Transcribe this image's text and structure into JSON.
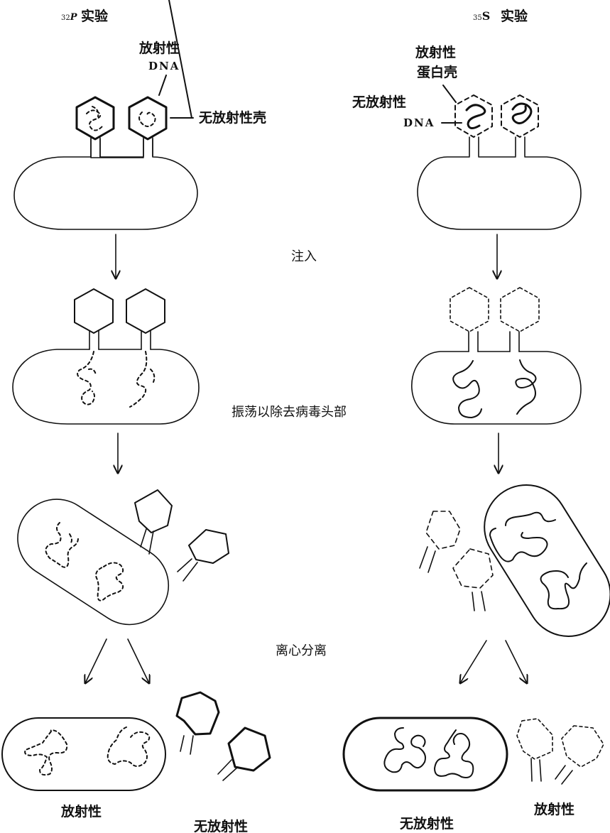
{
  "diagram": {
    "colors": {
      "ink": "#111111",
      "background": "#ffffff"
    },
    "left_experiment": {
      "title_isotope": "32",
      "title_element": "P",
      "title_text": "实验",
      "labels": {
        "radioactive_dna_line1": "放射性",
        "radioactive_dna_line2": "DNA",
        "nonradioactive_shell": "无放射性壳"
      },
      "result_labels": {
        "cells": "放射性",
        "phages": "无放射性"
      }
    },
    "right_experiment": {
      "title_isotope": "35",
      "title_element": "S",
      "title_text": "实验",
      "labels": {
        "radioactive_protein_line1": "放射性",
        "radioactive_protein_line2": "蛋白壳",
        "nonradioactive_dna_line1": "无放射性",
        "nonradioactive_dna_line2": "DNA"
      },
      "result_labels": {
        "cells": "无放射性",
        "phages": "放射性"
      }
    },
    "steps": [
      {
        "id": "inject",
        "label": "注入"
      },
      {
        "id": "shake",
        "label": "振荡以除去病毒头部"
      },
      {
        "id": "centrifuge",
        "label": "离心分离"
      }
    ]
  }
}
